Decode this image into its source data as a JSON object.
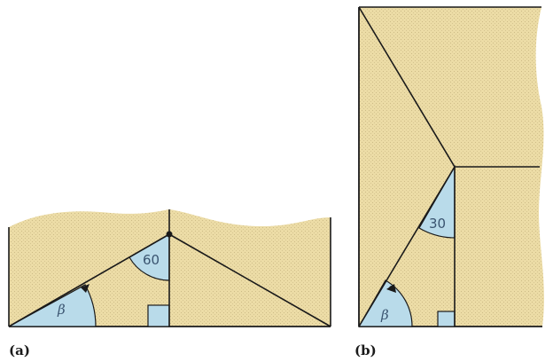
{
  "colors": {
    "paper": "#ecdca6",
    "paper_dot": "#cdbb86",
    "angle_fill": "#b9dbea",
    "line": "#1a1a1a"
  },
  "panel_a": {
    "label": "(a)",
    "angle_top": "60",
    "angle_bottom": "β"
  },
  "panel_b": {
    "label": "(b)",
    "angle_top": "30",
    "angle_bottom": "β"
  }
}
